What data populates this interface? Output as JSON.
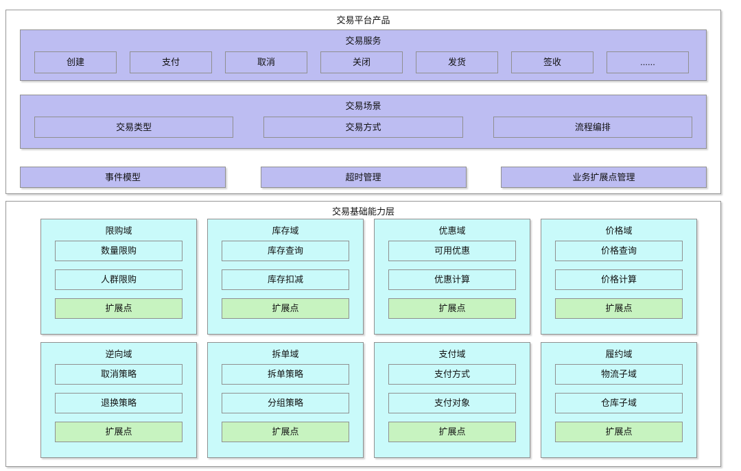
{
  "colors": {
    "purple": "#BDBDF2",
    "cyan": "#C9FAFA",
    "green": "#C7F3C0",
    "border": "#8F8F8F"
  },
  "top_section": {
    "title": "交易平台产品",
    "service_band": {
      "title": "交易服务",
      "items": [
        "创建",
        "支付",
        "取消",
        "关闭",
        "发货",
        "签收",
        "......"
      ]
    },
    "scene_band": {
      "title": "交易场景",
      "items": [
        "交易类型",
        "交易方式",
        "流程编排"
      ]
    },
    "bars": [
      "事件模型",
      "超时管理",
      "业务扩展点管理"
    ]
  },
  "bottom_section": {
    "title": "交易基础能力层",
    "rows": [
      [
        {
          "title": "限购域",
          "items": [
            "数量限购",
            "人群限购"
          ],
          "extension": "扩展点"
        },
        {
          "title": "库存域",
          "items": [
            "库存查询",
            "库存扣减"
          ],
          "extension": "扩展点"
        },
        {
          "title": "优惠域",
          "items": [
            "可用优惠",
            "优惠计算"
          ],
          "extension": "扩展点"
        },
        {
          "title": "价格域",
          "items": [
            "价格查询",
            "价格计算"
          ],
          "extension": "扩展点"
        }
      ],
      [
        {
          "title": "逆向域",
          "items": [
            "取消策略",
            "退换策略"
          ],
          "extension": "扩展点"
        },
        {
          "title": "拆单域",
          "items": [
            "拆单策略",
            "分组策略"
          ],
          "extension": "扩展点"
        },
        {
          "title": "支付域",
          "items": [
            "支付方式",
            "支付对象"
          ],
          "extension": "扩展点"
        },
        {
          "title": "履约域",
          "items": [
            "物流子域",
            "仓库子域"
          ],
          "extension": "扩展点"
        }
      ]
    ]
  }
}
